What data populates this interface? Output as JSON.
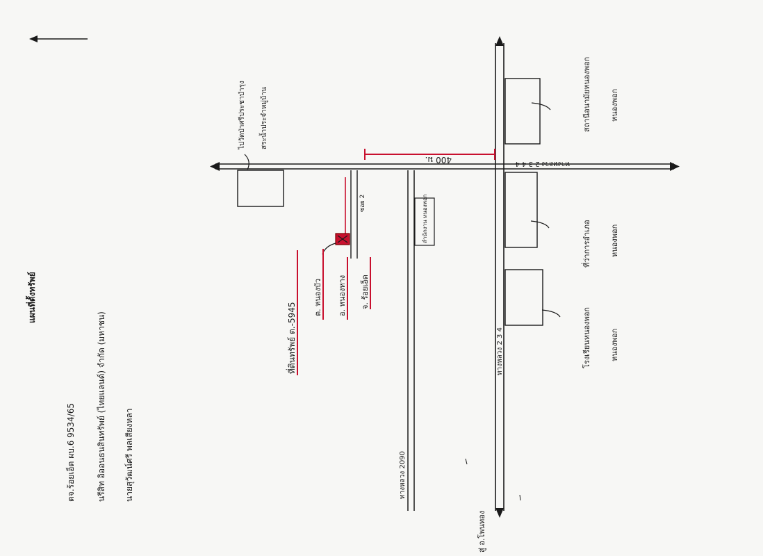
{
  "document": {
    "title": "แผนที่ตั้งทรัพย์",
    "header_lines": [
      "ตจ.ร้อยเอ็ด   ผบ.6 9534/65",
      "นรีสิท  อิออนธนสินทรัพย์ (ไทยแลนด์) จำกัด (มหาชน)",
      "นายสุวัฒน์ศรี   พลเสียงหลา"
    ]
  },
  "roads": {
    "highway_top": "ทางหลวง 2 3 4 4",
    "highway_bottom": "ทางหลวง 2 3 4",
    "road_2090": "ทางหลวง 2090",
    "to_town": "สู่ อ.โพนทอง",
    "alley_label": "ซอย 2",
    "distance_label": "400 ม."
  },
  "places": {
    "property_owner": "ที่ดินทรัพย์ ต.-5945",
    "property_tambon": "ต. หนองบัว",
    "property_amphoe": "อ. หนองหาง",
    "property_province": "จ. ร้อยเอ็ด",
    "temple_top": "ไปวัดป่าศรีประชาบำรุง",
    "temple_top_sub": "สระน้ำประจำหมู่บ้าน",
    "health_center": "สถานีอนามัยหนองพอก",
    "health_center_sub": "หนองพอก",
    "district_office": "ที่ว่าการอำเภอ",
    "district_office_sub": "หนองพอก",
    "school": "โรงเรียนหนองพอก",
    "school_sub": "หนองพอก",
    "building_small": "สำนักงาน หนองพอก"
  },
  "colors": {
    "ink": "#1a1a1a",
    "red": "#c8102e",
    "paper": "#f7f7f5"
  }
}
